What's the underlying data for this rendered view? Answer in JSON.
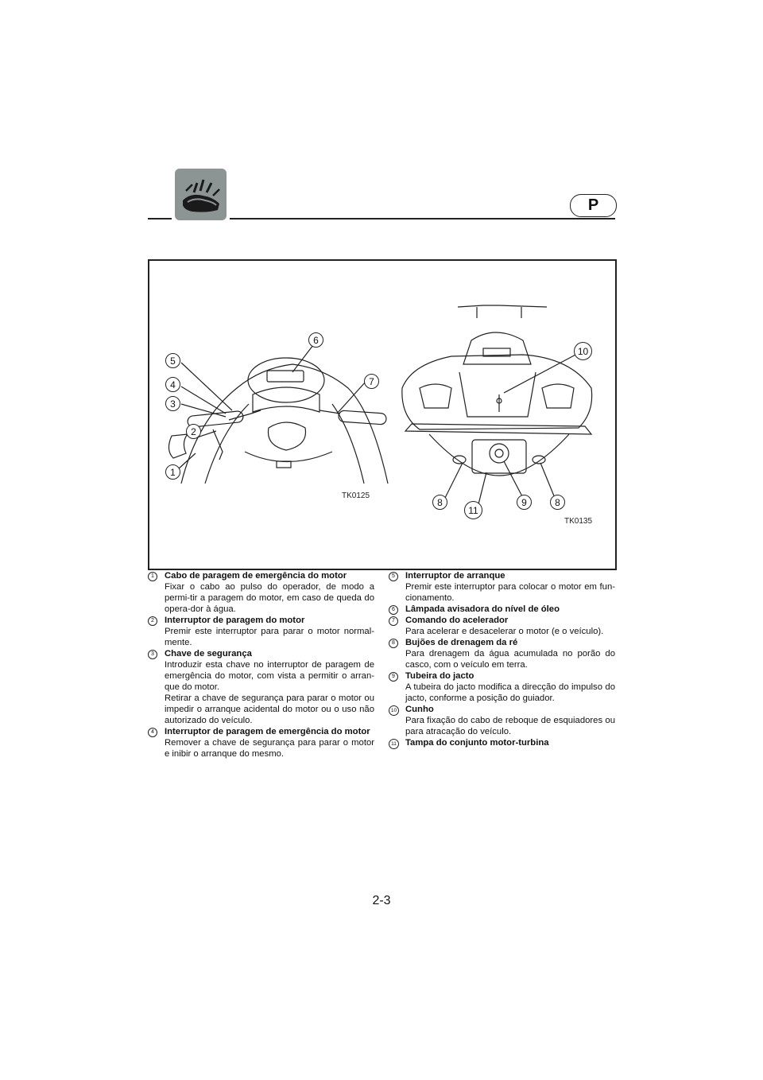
{
  "header": {
    "language_badge": "P",
    "section_icon": "personal-watercraft-icon"
  },
  "figure": {
    "left_code": "TK0125",
    "right_code": "TK0135",
    "callouts": [
      "1",
      "2",
      "3",
      "4",
      "5",
      "6",
      "7",
      "8",
      "9",
      "10",
      "11"
    ]
  },
  "legend": {
    "items": [
      {
        "num": "1",
        "title": "Cabo de paragem de emergência do motor",
        "desc": "Fixar o cabo ao pulso do operador, de modo a permi-tir a paragem do motor, em caso de queda do opera-dor à água."
      },
      {
        "num": "2",
        "title": "Interruptor de paragem do motor",
        "desc": "Premir este interruptor para parar o motor normal-mente."
      },
      {
        "num": "3",
        "title": "Chave de segurança",
        "desc": "Introduzir esta chave no interruptor de paragem de emergência do motor, com vista a permitir o arran-que do motor.",
        "desc2": "Retirar a chave de segurança para parar o motor ou impedir o arranque acidental do motor ou o uso não autorizado do veículo."
      },
      {
        "num": "4",
        "title": "Interruptor de paragem de emergência do motor",
        "desc": "Remover a chave de segurança para parar o motor e inibir o arranque do mesmo."
      },
      {
        "num": "5",
        "title": "Interruptor de arranque",
        "desc": "Premir este interruptor para colocar o motor em fun-cionamento."
      },
      {
        "num": "6",
        "title": "Lâmpada avisadora do nível de óleo",
        "desc": ""
      },
      {
        "num": "7",
        "title": "Comando do acelerador",
        "desc": "Para acelerar e desacelerar o motor (e o veículo)."
      },
      {
        "num": "8",
        "title": "Bujões de drenagem da ré",
        "desc": "Para drenagem da água acumulada no porão do casco, com o veículo em terra."
      },
      {
        "num": "9",
        "title": "Tubeira do jacto",
        "desc": "A tubeira do jacto modifica a direcção do impulso do jacto, conforme a posição do guiador."
      },
      {
        "num": "10",
        "title": "Cunho",
        "desc": "Para fixação do cabo de reboque de esquiadores ou para atracação do veículo."
      },
      {
        "num": "11",
        "title": "Tampa do conjunto motor-turbina",
        "desc": ""
      }
    ]
  },
  "footer": {
    "page_number": "2-3"
  }
}
